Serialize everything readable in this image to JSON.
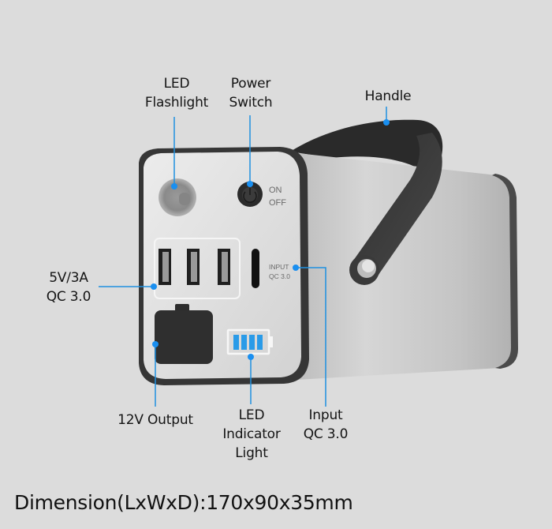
{
  "callouts": {
    "led_flashlight": {
      "line1": "LED",
      "line2": "Flashlight"
    },
    "power_switch": {
      "line1": "Power",
      "line2": "Switch"
    },
    "handle": {
      "line1": "Handle"
    },
    "usb_output": {
      "line1": "5V/3A",
      "line2": "QC 3.0"
    },
    "output_12v": {
      "line1": "12V Output"
    },
    "led_indicator": {
      "line1": "LED",
      "line2": "Indicator",
      "line3": "Light"
    },
    "input_qc": {
      "line1": "Input",
      "line2": "QC 3.0"
    }
  },
  "device_markings": {
    "switch_on": "ON",
    "switch_off": "OFF",
    "input_line1": "INPUT",
    "input_line2": "QC 3.0",
    "battery_bars": 4
  },
  "footer": {
    "dimension": "Dimension(LxWxD):170x90x35mm"
  },
  "colors": {
    "background": "#dcdcdc",
    "callout_line": "#1e90e0",
    "callout_dot": "#1a8ff0",
    "battery_bar": "#2a9be8",
    "body_silver": "#c9c9c9",
    "trim_dark": "#3a3a3a"
  }
}
